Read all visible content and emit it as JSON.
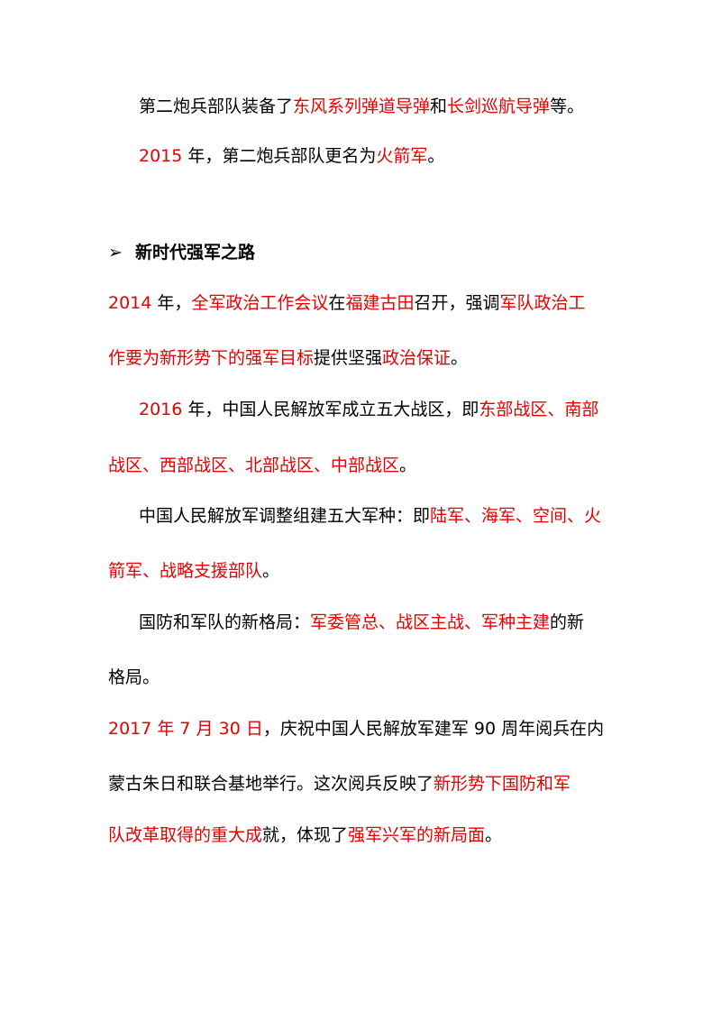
{
  "accent_red": "#e60000",
  "text_color": "#000000",
  "lines": [
    [
      {
        "t": "第二炮兵部队装备了"
      },
      {
        "t": "东风系列弹道导弹",
        "red": true
      },
      {
        "t": "和"
      },
      {
        "t": "长剑巡航导弹",
        "red": true
      },
      {
        "t": "等。"
      }
    ],
    [
      {
        "t": "2015",
        "red": true
      },
      {
        "t": " 年，第二炮兵部队更名为"
      },
      {
        "t": "火箭军",
        "red": true
      },
      {
        "t": "。"
      }
    ],
    [
      {
        "t": "新时代强军之路"
      }
    ],
    [
      {
        "t": "2014",
        "red": true
      },
      {
        "t": " 年，"
      },
      {
        "t": "全军政治工作会议",
        "red": true
      },
      {
        "t": "在"
      },
      {
        "t": "福建古田",
        "red": true
      },
      {
        "t": "召开，强调"
      },
      {
        "t": "军队政治工",
        "red": true
      }
    ],
    [
      {
        "t": "作要为新形势下的强军目标",
        "red": true
      },
      {
        "t": "提供坚强"
      },
      {
        "t": "政治保证",
        "red": true
      },
      {
        "t": "。"
      }
    ],
    [
      {
        "t": "2016",
        "red": true
      },
      {
        "t": " 年，中国人民解放军成立五大战区，即"
      },
      {
        "t": "东部战区、南部",
        "red": true
      }
    ],
    [
      {
        "t": "战区、西部战区、北部战区、中部战区",
        "red": true
      },
      {
        "t": "。"
      }
    ],
    [
      {
        "t": "中国人民解放军调整组建五大军种：即"
      },
      {
        "t": "陆军、海军、空间、火",
        "red": true
      }
    ],
    [
      {
        "t": "箭军、战略支援部队",
        "red": true
      },
      {
        "t": "。"
      }
    ],
    [
      {
        "t": "国防和军队的新格局："
      },
      {
        "t": "军委管总、战区主战、军种主建",
        "red": true
      },
      {
        "t": "的新"
      }
    ],
    [
      {
        "t": "格局。"
      }
    ],
    [
      {
        "t": "2017 年 7 月 30 日",
        "red": true
      },
      {
        "t": "，庆祝中国人民解放军建军 90 周年阅兵在内"
      }
    ],
    [
      {
        "t": "蒙古朱日和联合基地举行。这次阅兵反映了"
      },
      {
        "t": "新形势下国防和军",
        "red": true
      }
    ],
    [
      {
        "t": "队改革取得的重大成",
        "red": true
      },
      {
        "t": "就，体现了"
      },
      {
        "t": "强军兴军的新局面",
        "red": true
      },
      {
        "t": "。"
      }
    ]
  ]
}
